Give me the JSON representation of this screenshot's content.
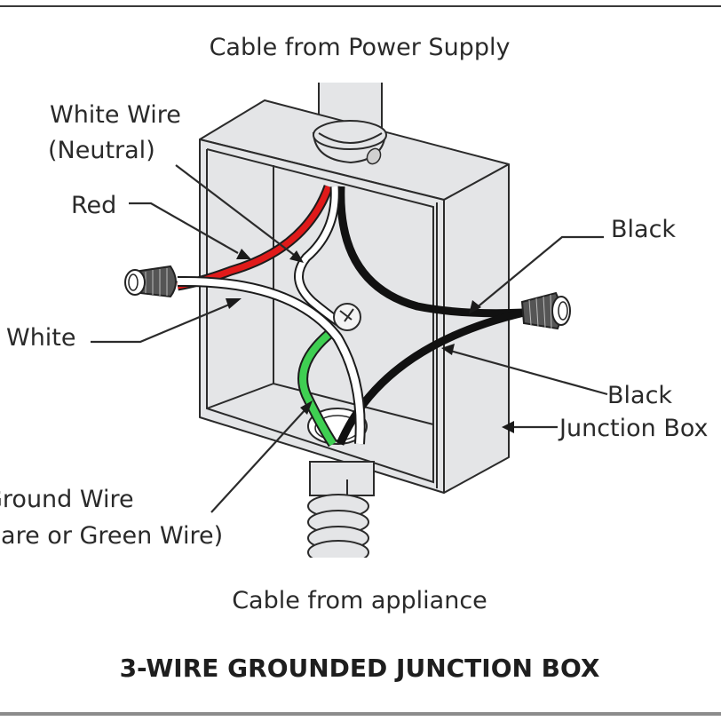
{
  "figure": {
    "title": "3-WIRE GROUNDED JUNCTION BOX",
    "top_caption": "Cable from Power Supply",
    "bottom_caption": "Cable from appliance"
  },
  "labels": {
    "white_neutral_line1": "White Wire",
    "white_neutral_line2": "(Neutral)",
    "red": "Red",
    "white": "White",
    "ground_line1": "Ground Wire",
    "ground_line2": "(Bare or Green Wire)",
    "black_upper": "Black",
    "black_lower": "Black",
    "junction_box": "Junction Box"
  },
  "colors": {
    "red_wire": "#e01a1a",
    "green_wire": "#3fcf52",
    "black_wire": "#111111",
    "white_wire": "#ffffff",
    "box_fill": "#e4e5e7"
  }
}
